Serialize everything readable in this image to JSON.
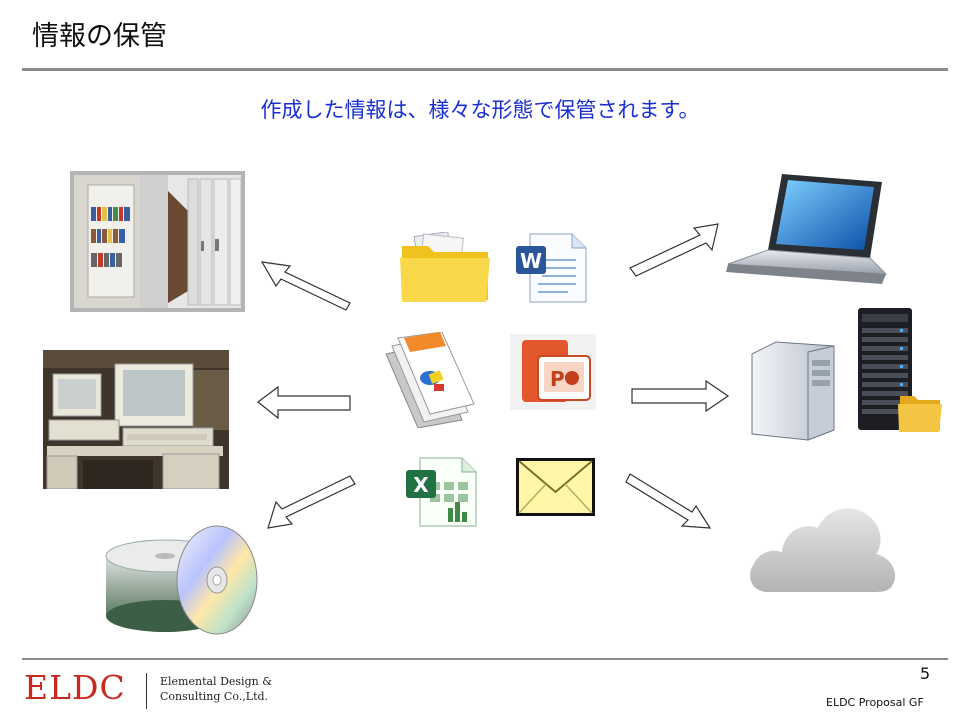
{
  "slide": {
    "title": "情報の保管",
    "subtitle": "作成した情報は、様々な形態で保管されます。",
    "page_number": "5",
    "footer_label": "ELDC Proposal GF"
  },
  "logo": {
    "mark": "ELDC",
    "company_line1": "Elemental Design &",
    "company_line2": "Consulting Co.,Ltd."
  },
  "icons": {
    "center": [
      "folder-icon",
      "word-document-icon",
      "document-stack-icon",
      "powerpoint-icon",
      "excel-icon",
      "envelope-icon"
    ],
    "left": [
      "archive-shelves-photo",
      "office-computers-photo",
      "cd-dvd-stack-icon"
    ],
    "right": [
      "laptop-icon",
      "server-tower-icon",
      "cloud-icon"
    ]
  }
}
